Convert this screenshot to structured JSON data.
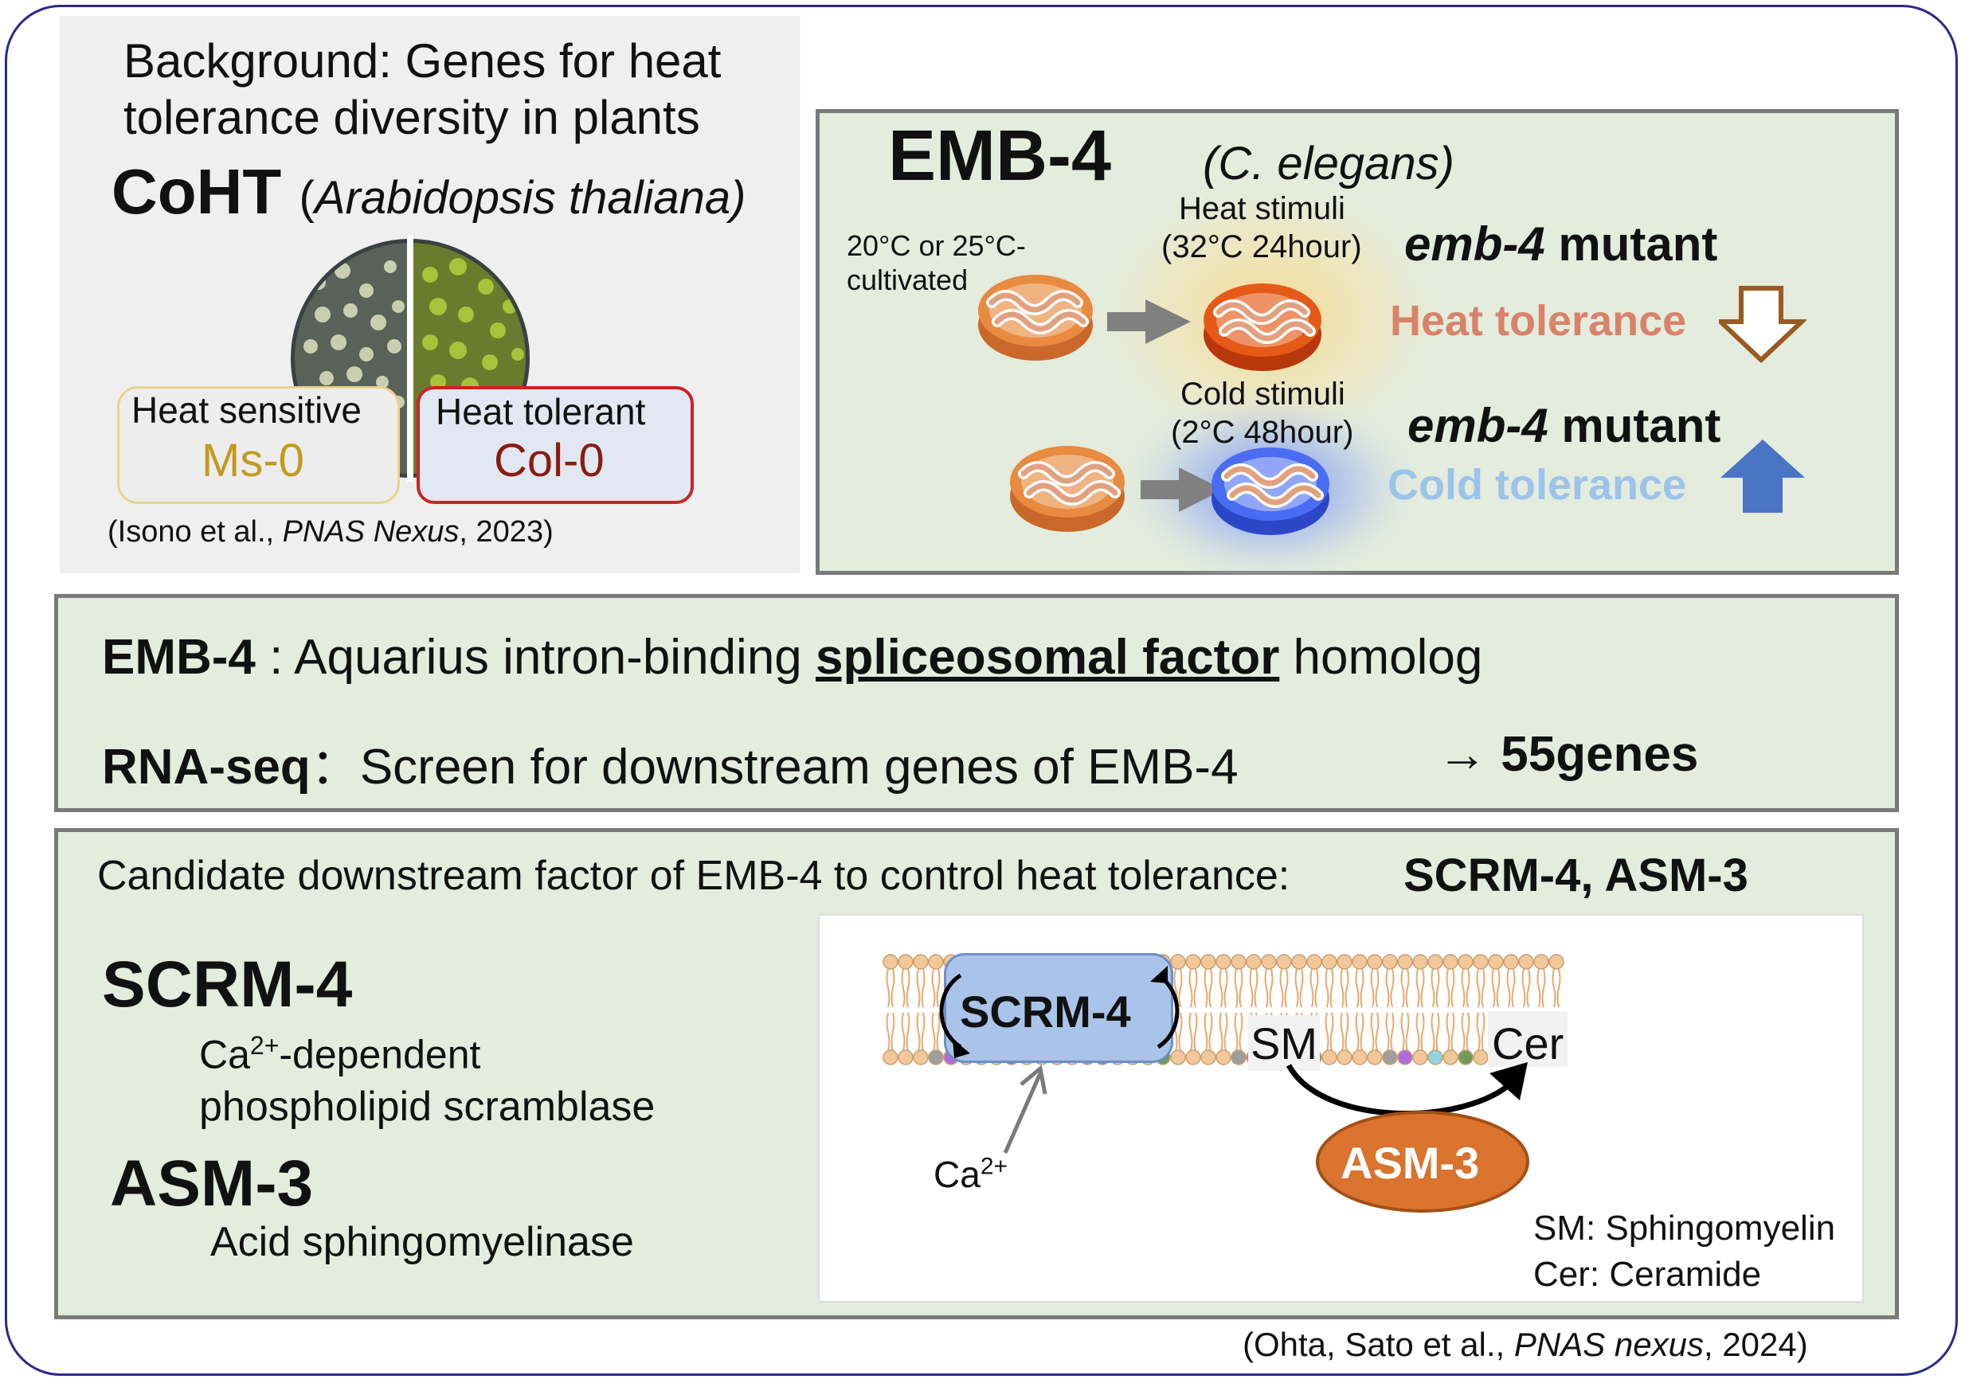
{
  "background_panel": {
    "heading_line1": "Background: Genes for heat",
    "heading_line2": "tolerance diversity in plants",
    "gene": "CoHT",
    "species_open": "(",
    "species": "Arabidopsis thaliana)",
    "sensitive_label": "Heat sensitive",
    "sensitive_strain": "Ms-0",
    "tolerant_label": "Heat tolerant",
    "tolerant_strain": "Col-0",
    "citation_pre": "(Isono et al., ",
    "citation_journal": "PNAS Nexus",
    "citation_post": ", 2023)"
  },
  "emb4_panel": {
    "title": "EMB-4",
    "species": "(C. elegans)",
    "cultivated_line1": "20°C or 25°C-",
    "cultivated_line2": "cultivated",
    "heat_stimuli_line1": "Heat stimuli",
    "heat_stimuli_line2": "(32°C 24hour)",
    "cold_stimuli_line1": "Cold stimuli",
    "cold_stimuli_line2": "(2°C 48hour)",
    "mutant_heat_gene": "emb-4",
    "mutant_heat_word": " mutant",
    "heat_tolerance": "Heat tolerance",
    "mutant_cold_gene": "emb-4",
    "mutant_cold_word": " mutant",
    "cold_tolerance": "Cold  tolerance"
  },
  "middle_panel": {
    "line1_bold": "EMB-4",
    "line1_text": " : Aquarius intron-binding ",
    "line1_underlined": "spliceosomal factor",
    "line1_end": " homolog",
    "line2_bold": "RNA-seq",
    "line2_text": "：Screen for downstream genes of EMB-4",
    "line2_arrow": "→ ",
    "line2_result": "55genes"
  },
  "bottom_panel": {
    "candidate_text": "Candidate downstream factor of EMB-4 to control heat tolerance:",
    "candidate_genes": "SCRM-4, ASM-3",
    "scrm4_title": "SCRM-4",
    "scrm4_desc_ca": "Ca",
    "scrm4_desc_sup": "2+",
    "scrm4_desc_rest": "-dependent",
    "scrm4_desc_line2": "phospholipid scramblase",
    "asm3_title": "ASM-3",
    "asm3_desc": "Acid sphingomyelinase",
    "diagram": {
      "scrm4_box": "SCRM-4",
      "sm": "SM",
      "cer": "Cer",
      "asm3_oval": "ASM-3",
      "ca": "Ca",
      "ca_sup": "2+",
      "legend_sm": "SM: Sphingomyelin",
      "legend_cer": "Cer: Ceramide"
    }
  },
  "footer_citation_pre": "(Ohta, Sato et al., ",
  "footer_citation_journal": "PNAS nexus",
  "footer_citation_post": ", 2024)",
  "colors": {
    "frame": "#2a2a8a",
    "panel_green": "#e3ecdd",
    "panel_border": "#7a7a7a",
    "heat_orange": "#d9826a",
    "cold_blue": "#9cc3ea",
    "scrm4_blue": "#a9c4e8",
    "asm3_orange": "#d9732e",
    "dark_red": "#8a1c10",
    "gold": "#c49a1c"
  }
}
